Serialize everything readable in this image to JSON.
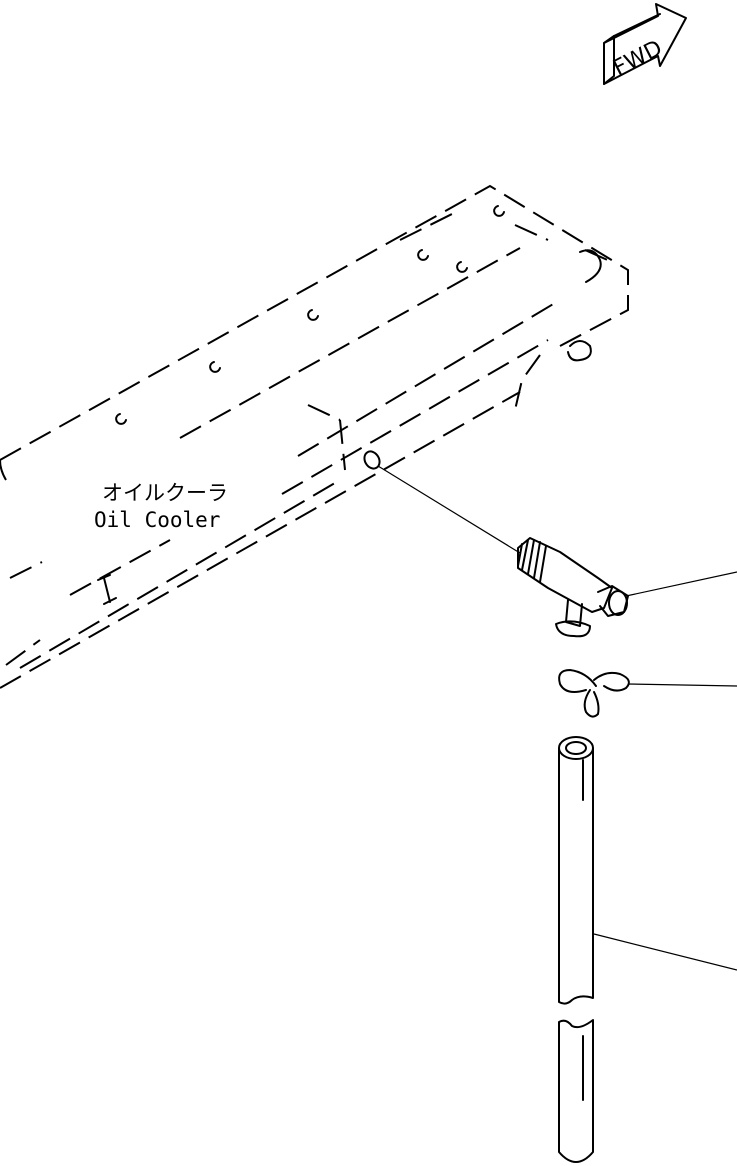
{
  "direction_arrow": {
    "text": "FWD"
  },
  "component_label": {
    "japanese": "オイルクーラ",
    "english": "Oil Cooler"
  },
  "parts": [
    {
      "name": "drain valve"
    },
    {
      "name": "clip"
    },
    {
      "name": "drain hose"
    }
  ]
}
